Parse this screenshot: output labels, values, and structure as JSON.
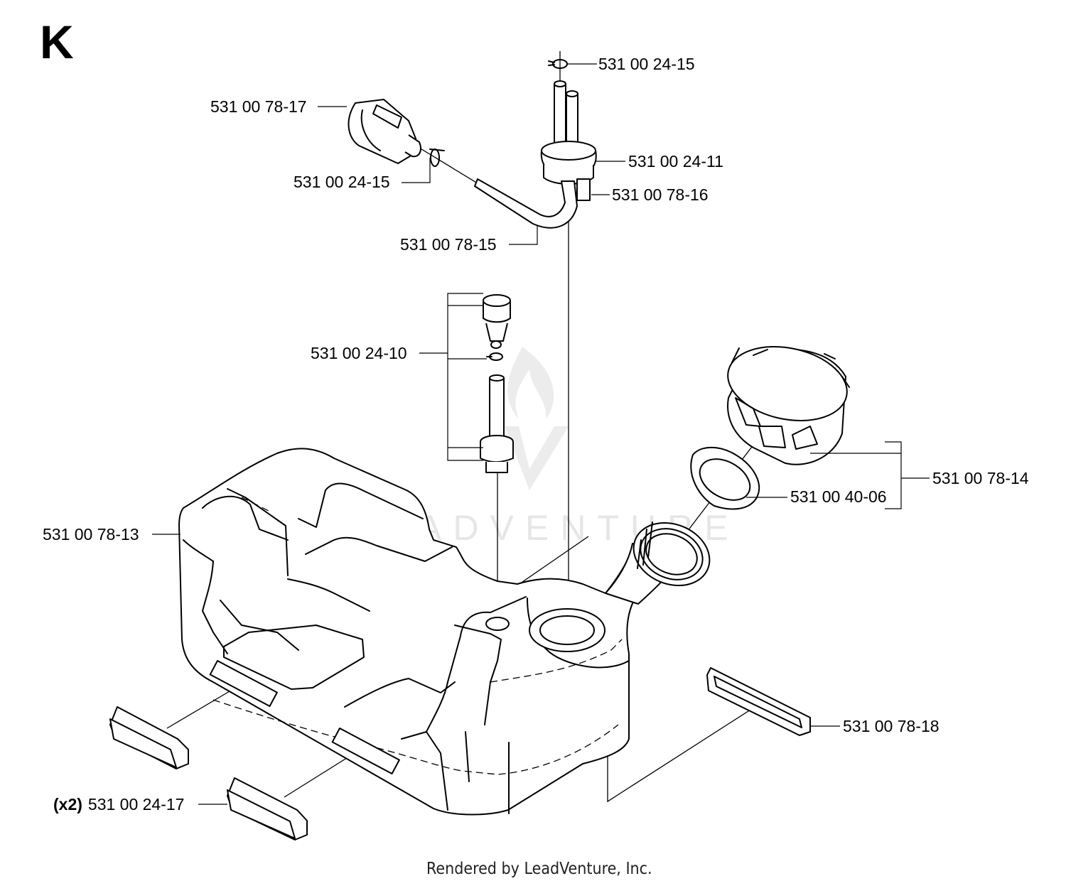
{
  "section_letter": "K",
  "watermark": "LEADVENTURE",
  "footer": "Rendered by LeadVenture, Inc.",
  "callouts": [
    {
      "id": "clamp-top",
      "part": "531 00 24-15"
    },
    {
      "id": "filter",
      "part": "531 00 78-17"
    },
    {
      "id": "clamp-filter",
      "part": "531 00 24-15"
    },
    {
      "id": "grommet",
      "part": "531 00 24-11"
    },
    {
      "id": "vent-tube",
      "part": "531 00 78-16"
    },
    {
      "id": "fuel-hose",
      "part": "531 00 78-15"
    },
    {
      "id": "valve-kit",
      "part": "531 00 24-10"
    },
    {
      "id": "cap-assembly",
      "part": "531 00 78-14"
    },
    {
      "id": "cap-seal",
      "part": "531 00 40-06"
    },
    {
      "id": "tank",
      "part": "531 00 78-13"
    },
    {
      "id": "pad-right",
      "part": "531 00 78-18"
    },
    {
      "id": "pad-pair",
      "qty": "(x2)",
      "part": "531 00 24-17"
    }
  ]
}
